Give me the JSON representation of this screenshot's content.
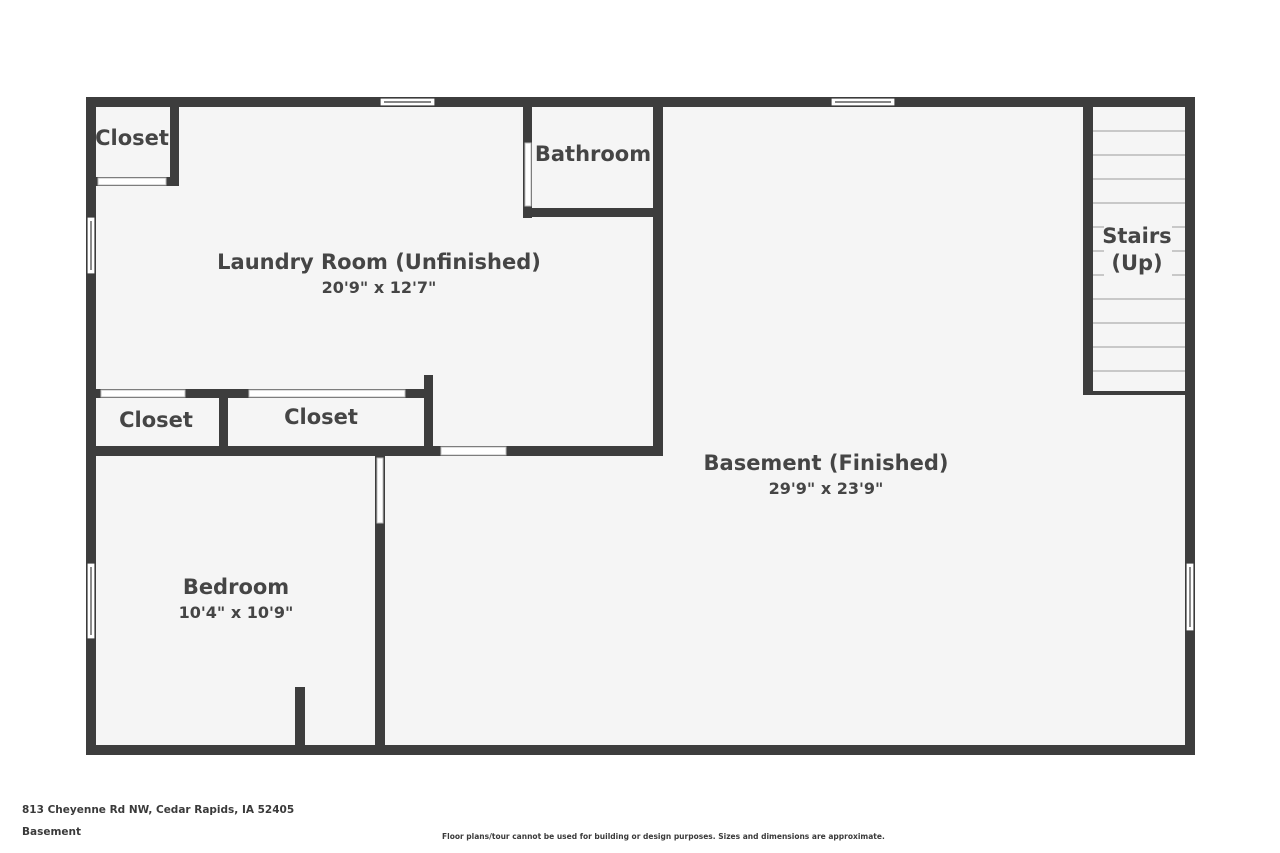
{
  "floor_plan": {
    "rooms": {
      "closet_top": {
        "name": "Closet"
      },
      "bathroom": {
        "name": "Bathroom"
      },
      "laundry": {
        "name": "Laundry Room (Unfinished)",
        "dims": "20'9\" x 12'7\""
      },
      "stairs": {
        "name_line1": "Stairs",
        "name_line2": "(Up)"
      },
      "closet_left": {
        "name": "Closet"
      },
      "closet_mid": {
        "name": "Closet"
      },
      "basement": {
        "name": "Basement (Finished)",
        "dims": "29'9\" x 23'9\""
      },
      "bedroom": {
        "name": "Bedroom",
        "dims": "10'4\" x 10'9\""
      }
    },
    "colors": {
      "wall": "#3d3d3d",
      "floor": "#f5f5f5",
      "opening": "#ffffff"
    }
  },
  "footer": {
    "address": "813 Cheyenne Rd NW, Cedar Rapids, IA 52405",
    "level": "Basement",
    "disclaimer": "Floor plans/tour cannot be used for building or design purposes. Sizes and dimensions are approximate."
  }
}
